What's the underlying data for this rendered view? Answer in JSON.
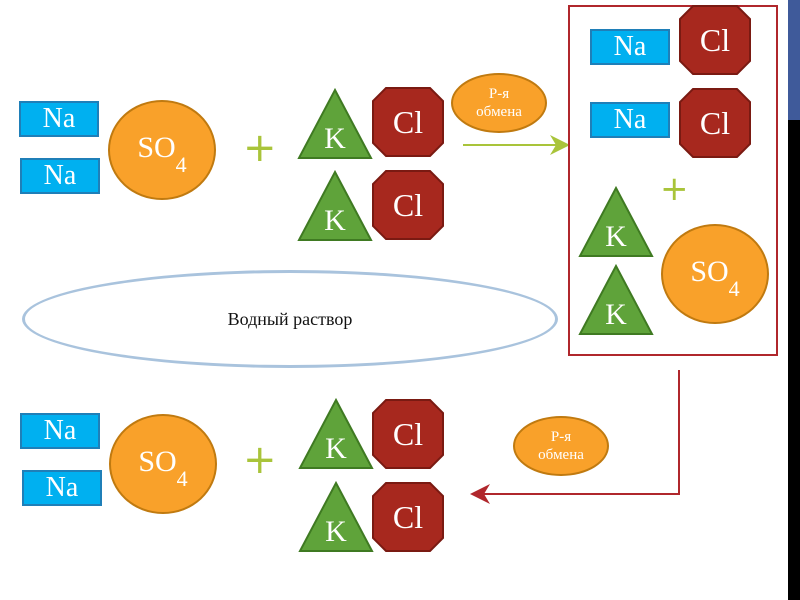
{
  "colors": {
    "sodium": "#00b0f0",
    "sulfate": "#f9a12a",
    "chloride": "#a7281e",
    "potassium": "#5fa33a",
    "plus": "#a9c43a",
    "arrow_forward": "#a9c43a",
    "arrow_back": "#b0272c",
    "product_frame": "#b0272c",
    "sidebar_top": "#3f5a9a",
    "sidebar_bottom": "#000000"
  },
  "labels": {
    "na": "Na",
    "so": "SO",
    "so_sub": "4",
    "k": "K",
    "cl": "Cl",
    "plus": "+"
  },
  "reaction_label": {
    "line1": "Р-я",
    "line2": "обмена"
  },
  "solution_label": "Водный раствор",
  "top_reaction": {
    "reactant1": [
      "Na",
      "Na",
      "SO4"
    ],
    "reactant2": [
      "K",
      "Cl",
      "K",
      "Cl"
    ],
    "products": [
      "Na",
      "Cl",
      "Na",
      "Cl",
      "K",
      "K",
      "SO4"
    ]
  },
  "bottom_reaction": {
    "reactant1": [
      "Na",
      "Na",
      "SO4"
    ],
    "reactant2": [
      "K",
      "Cl",
      "K",
      "Cl"
    ]
  }
}
